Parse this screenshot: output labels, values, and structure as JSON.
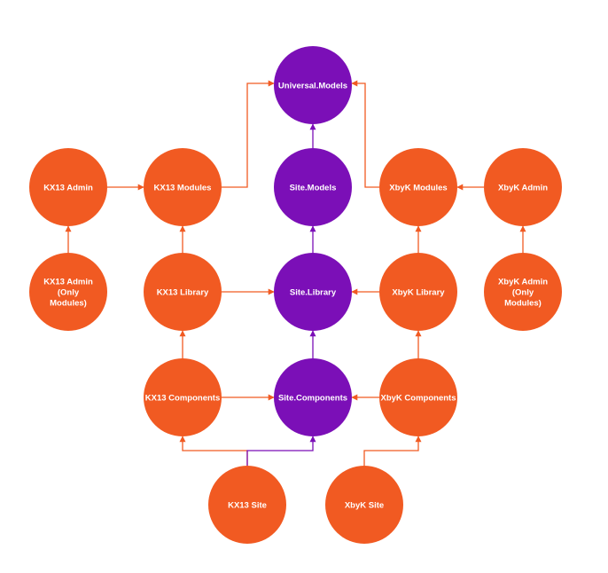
{
  "colors": {
    "orange": "#F15A22",
    "purple": "#7B0FB7",
    "background": "#FFFFFF"
  },
  "nodes": [
    {
      "id": "universal-models",
      "label": [
        "Universal.Models"
      ],
      "kind": "purple"
    },
    {
      "id": "kx13-admin",
      "label": [
        "KX13 Admin"
      ],
      "kind": "orange"
    },
    {
      "id": "kx13-modules",
      "label": [
        "KX13 Modules"
      ],
      "kind": "orange"
    },
    {
      "id": "site-models",
      "label": [
        "Site.Models"
      ],
      "kind": "purple"
    },
    {
      "id": "xbyk-modules",
      "label": [
        "XbyK Modules"
      ],
      "kind": "orange"
    },
    {
      "id": "xbyk-admin",
      "label": [
        "XbyK Admin"
      ],
      "kind": "orange"
    },
    {
      "id": "kx13-admin-only-modules",
      "label": [
        "KX13 Admin",
        "(Only",
        "Modules)"
      ],
      "kind": "orange"
    },
    {
      "id": "kx13-library",
      "label": [
        "KX13 Library"
      ],
      "kind": "orange"
    },
    {
      "id": "site-library",
      "label": [
        "Site.Library"
      ],
      "kind": "purple"
    },
    {
      "id": "xbyk-library",
      "label": [
        "XbyK Library"
      ],
      "kind": "orange"
    },
    {
      "id": "xbyk-admin-only-modules",
      "label": [
        "XbyK Admin",
        "(Only",
        "Modules)"
      ],
      "kind": "orange"
    },
    {
      "id": "kx13-components",
      "label": [
        "KX13 Components"
      ],
      "kind": "orange"
    },
    {
      "id": "site-components",
      "label": [
        "Site.Components"
      ],
      "kind": "purple"
    },
    {
      "id": "xbyk-components",
      "label": [
        "XbyK Components"
      ],
      "kind": "orange"
    },
    {
      "id": "kx13-site",
      "label": [
        "KX13 Site"
      ],
      "kind": "orange"
    },
    {
      "id": "xbyk-site",
      "label": [
        "XbyK Site"
      ],
      "kind": "orange"
    }
  ],
  "edges": [
    {
      "from": "kx13-admin",
      "to": "kx13-modules",
      "kind": "orange"
    },
    {
      "from": "kx13-modules",
      "to": "universal-models",
      "kind": "orange"
    },
    {
      "from": "xbyk-modules",
      "to": "universal-models",
      "kind": "orange"
    },
    {
      "from": "xbyk-admin",
      "to": "xbyk-modules",
      "kind": "orange"
    },
    {
      "from": "site-models",
      "to": "universal-models",
      "kind": "purple"
    },
    {
      "from": "site-library",
      "to": "site-models",
      "kind": "purple"
    },
    {
      "from": "site-components",
      "to": "site-library",
      "kind": "purple"
    },
    {
      "from": "kx13-admin-only-modules",
      "to": "kx13-admin",
      "kind": "orange"
    },
    {
      "from": "kx13-library",
      "to": "kx13-modules",
      "kind": "orange"
    },
    {
      "from": "xbyk-library",
      "to": "xbyk-modules",
      "kind": "orange"
    },
    {
      "from": "xbyk-admin-only-modules",
      "to": "xbyk-admin",
      "kind": "orange"
    },
    {
      "from": "kx13-library",
      "to": "site-library",
      "kind": "orange"
    },
    {
      "from": "xbyk-library",
      "to": "site-library",
      "kind": "orange"
    },
    {
      "from": "kx13-components",
      "to": "kx13-library",
      "kind": "orange"
    },
    {
      "from": "xbyk-components",
      "to": "xbyk-library",
      "kind": "orange"
    },
    {
      "from": "kx13-components",
      "to": "site-components",
      "kind": "orange"
    },
    {
      "from": "xbyk-components",
      "to": "site-components",
      "kind": "orange"
    },
    {
      "from": "kx13-site",
      "to": "kx13-components",
      "kind": "orange"
    },
    {
      "from": "kx13-site",
      "to": "site-components",
      "kind": "purple"
    },
    {
      "from": "xbyk-site",
      "to": "xbyk-components",
      "kind": "orange"
    }
  ]
}
